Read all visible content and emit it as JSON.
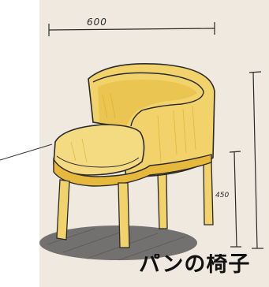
{
  "sketch": {
    "width_label": "600",
    "seat_height_label": "450",
    "caption": "パンの椅子"
  },
  "colors": {
    "paper": "#efe9e0",
    "chair_fill": "#f2d36b",
    "chair_dark": "#e6b93c",
    "ink": "#2a2a2a",
    "shadow": "#6b6b6b"
  }
}
